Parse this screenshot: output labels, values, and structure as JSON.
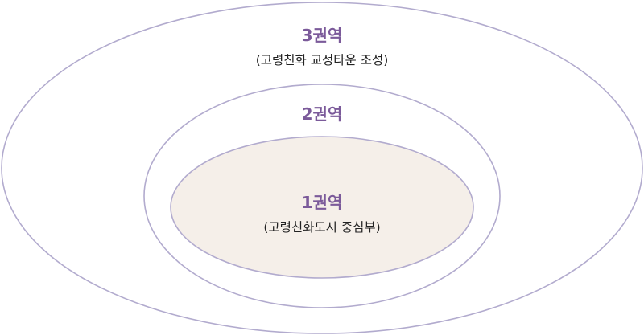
{
  "colors": {
    "ring_stroke": "#b2abce",
    "inner_fill": "#f5efe9",
    "title_color": "#7b5a9a",
    "desc_color": "#222222",
    "background": "#ffffff"
  },
  "zones": {
    "outer": {
      "title": "3권역",
      "description": "(고령친화 교정타운 조성)"
    },
    "middle": {
      "title": "2권역"
    },
    "inner": {
      "title": "1권역",
      "description": "(고령친화도시 중심부)"
    }
  }
}
